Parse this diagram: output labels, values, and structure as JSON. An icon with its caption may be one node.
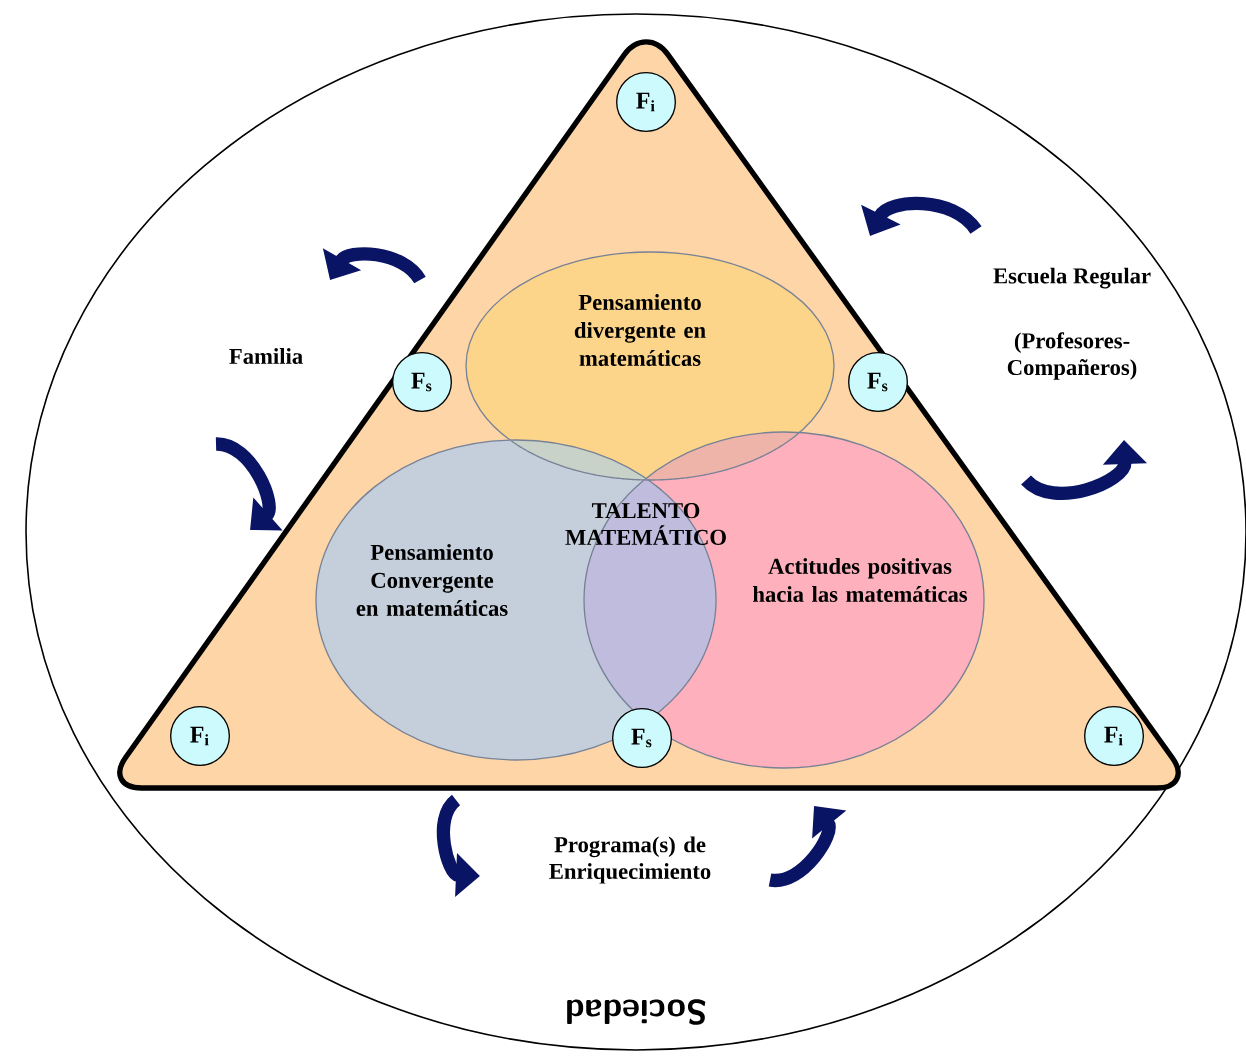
{
  "diagram": {
    "nodes": [
      {
        "text": [
          "Sociedad"
        ]
      },
      {
        "text": [],
        "shape": "triangle",
        "in": 0
      },
      {
        "text": [
          "F$_{i}$"
        ],
        "in": 1
      },
      {
        "text": [
          "F$_{s}$"
        ],
        "in": 1
      },
      {
        "text": [
          "F$_{s}$"
        ],
        "in": 1
      },
      {
        "text": [
          "Pensamiento divergente en matemáticas"
        ],
        "in": 1
      },
      {
        "text": [
          "Pensamiento Convergente en matemáticas"
        ],
        "in": 1
      },
      {
        "text": [
          "Actitudes positivas hacia las matemáticas"
        ],
        "in": 1
      },
      {
        "text": [
          "F$_{i}$"
        ],
        "in": 1
      },
      {
        "text": [
          "F$_{s}$"
        ],
        "in": 1
      },
      {
        "text": [
          "F$_{i}$"
        ],
        "in": 1
      }
    ],
    "edges": [],
    "labels": [
      "Escuela Regular",
      "Familia",
      "(Profesores- Compañeros)",
      "TALENTO MATEMÁTICO",
      "Programa(s) de Enriquecimiento"
    ]
  }
}
